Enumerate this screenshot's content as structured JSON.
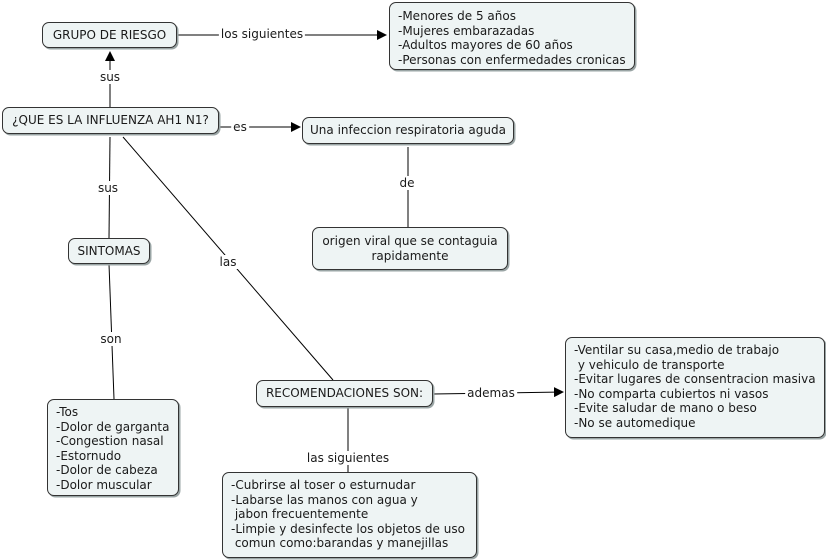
{
  "nodes": {
    "grupo": "GRUPO DE RIESGO",
    "que_es": "¿QUE ES LA INFLUENZA AH1 N1?",
    "infeccion": "Una infeccion respiratoria aguda",
    "origen": "origen viral que se contaguia\nrapidamente",
    "sintomas": "SINTOMAS",
    "recomendaciones": "RECOMENDACIONES SON:",
    "grupos_lista": "-Menores de 5 años\n-Mujeres embarazadas\n-Adultos mayores de 60 años\n-Personas con enfermedades cronicas",
    "sintomas_lista": "-Tos\n-Dolor de garganta\n-Congestion nasal\n-Estornudo\n-Dolor de cabeza\n-Dolor muscular",
    "ademas_lista": "-Ventilar su casa,medio de trabajo\n y vehiculo de transporte\n-Evitar lugares de consentracion masiva\n-No comparta cubiertos ni vasos\n-Evite saludar de mano o beso\n-No se automedique",
    "siguientes_lista": "-Cubrirse al toser o esturnudar\n-Labarse las manos con agua y\n jabon frecuentemente\n-Limpie y desinfecte los objetos de uso\n comun como:barandas y manejillas"
  },
  "links": {
    "los_siguientes": "los siguientes",
    "sus_top": "sus",
    "es": "es",
    "de": "de",
    "sus_sint": "sus",
    "las": "las",
    "son": "son",
    "ademas": "ademas",
    "las_siguientes": "las siguientes"
  },
  "colors": {
    "node_fill": "#eef4f4",
    "border": "#333333",
    "line": "#000000"
  }
}
